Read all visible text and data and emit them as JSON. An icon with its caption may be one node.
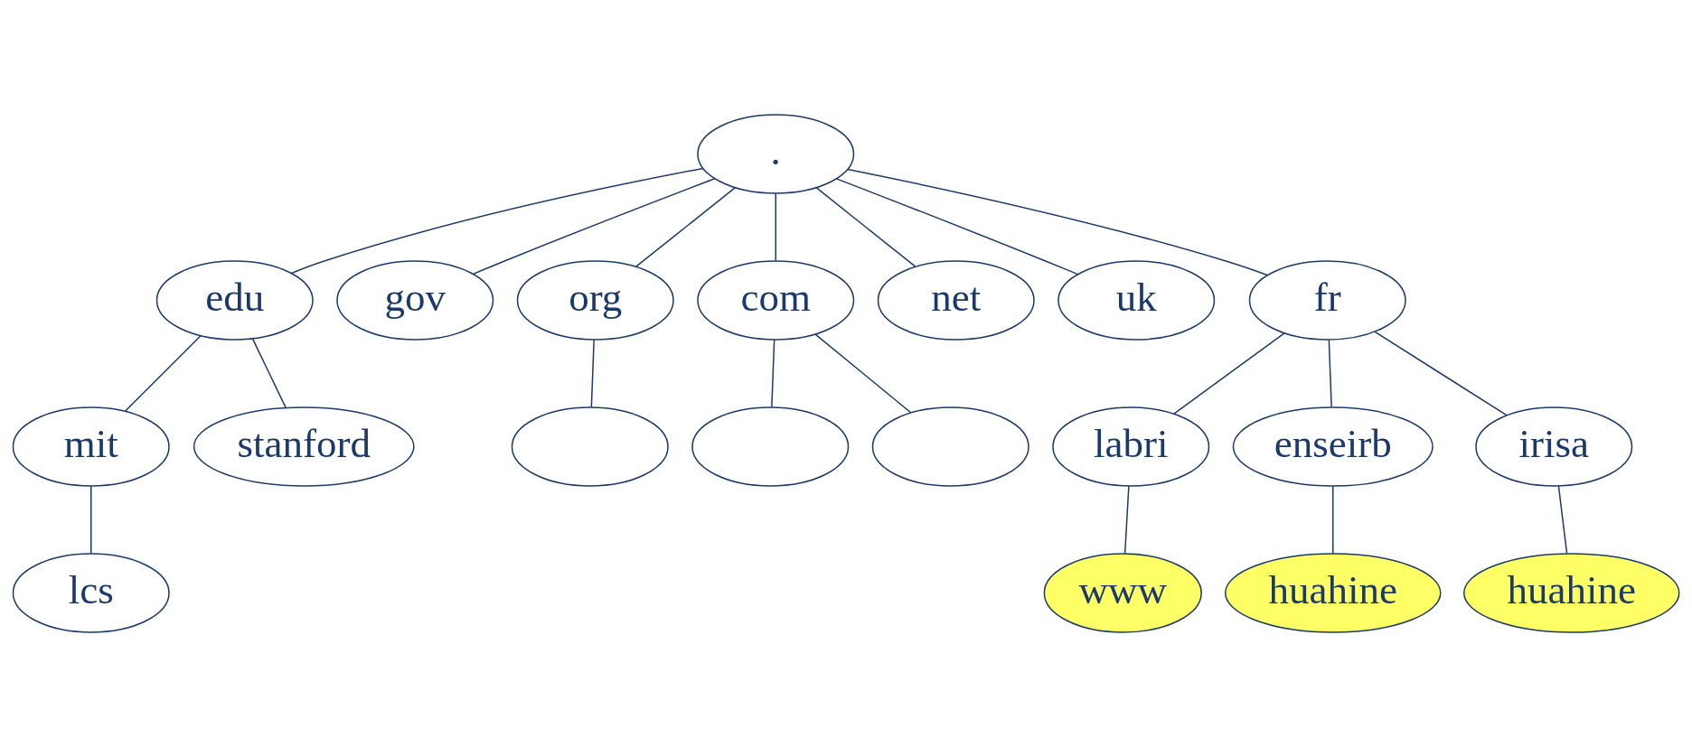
{
  "diagram": {
    "nodes": [
      {
        "text": [
          "."
        ]
      },
      {
        "text": [
          "edu"
        ]
      },
      {
        "text": [
          "gov"
        ]
      },
      {
        "text": [
          "org"
        ]
      },
      {
        "text": [
          "com"
        ]
      },
      {
        "text": [
          "net"
        ]
      },
      {
        "text": [
          "uk"
        ]
      },
      {
        "text": [
          "fr"
        ]
      },
      {
        "text": [
          "mit"
        ]
      },
      {
        "text": [
          "stanford"
        ]
      },
      {
        "text": [],
        "shape": "ellipse"
      },
      {
        "text": [],
        "shape": "ellipse"
      },
      {
        "text": [],
        "shape": "ellipse"
      },
      {
        "text": [
          "labri"
        ]
      },
      {
        "text": [
          "enseirb"
        ]
      },
      {
        "text": [
          "irisa"
        ]
      },
      {
        "text": [
          "lcs"
        ]
      },
      {
        "text": [
          "www"
        ]
      },
      {
        "text": [
          "huahine"
        ]
      },
      {
        "text": [
          "huahine"
        ]
      }
    ],
    "edges": [
      {
        "from": 0,
        "to": 1,
        "arrow": "none"
      },
      {
        "from": 0,
        "to": 2,
        "arrow": "none"
      },
      {
        "from": 0,
        "to": 3,
        "arrow": "none"
      },
      {
        "from": 0,
        "to": 4,
        "arrow": "none"
      },
      {
        "from": 0,
        "to": 5,
        "arrow": "none"
      },
      {
        "from": 0,
        "to": 6,
        "arrow": "none"
      },
      {
        "from": 0,
        "to": 7,
        "arrow": "none"
      },
      {
        "from": 1,
        "to": 8,
        "arrow": "none"
      },
      {
        "from": 1,
        "to": 9,
        "arrow": "none"
      },
      {
        "from": 3,
        "to": 10,
        "arrow": "none"
      },
      {
        "from": 4,
        "to": 11,
        "arrow": "none"
      },
      {
        "from": 4,
        "to": 12,
        "arrow": "none"
      },
      {
        "from": 7,
        "to": 13,
        "arrow": "none"
      },
      {
        "from": 7,
        "to": 14,
        "arrow": "none"
      },
      {
        "from": 7,
        "to": 15,
        "arrow": "none"
      },
      {
        "from": 8,
        "to": 16,
        "arrow": "none"
      },
      {
        "from": 13,
        "to": 17,
        "arrow": "none"
      },
      {
        "from": 15,
        "to": 18,
        "arrow": "none"
      },
      {
        "from": 14,
        "to": 19,
        "arrow": "none"
      }
    ]
  }
}
